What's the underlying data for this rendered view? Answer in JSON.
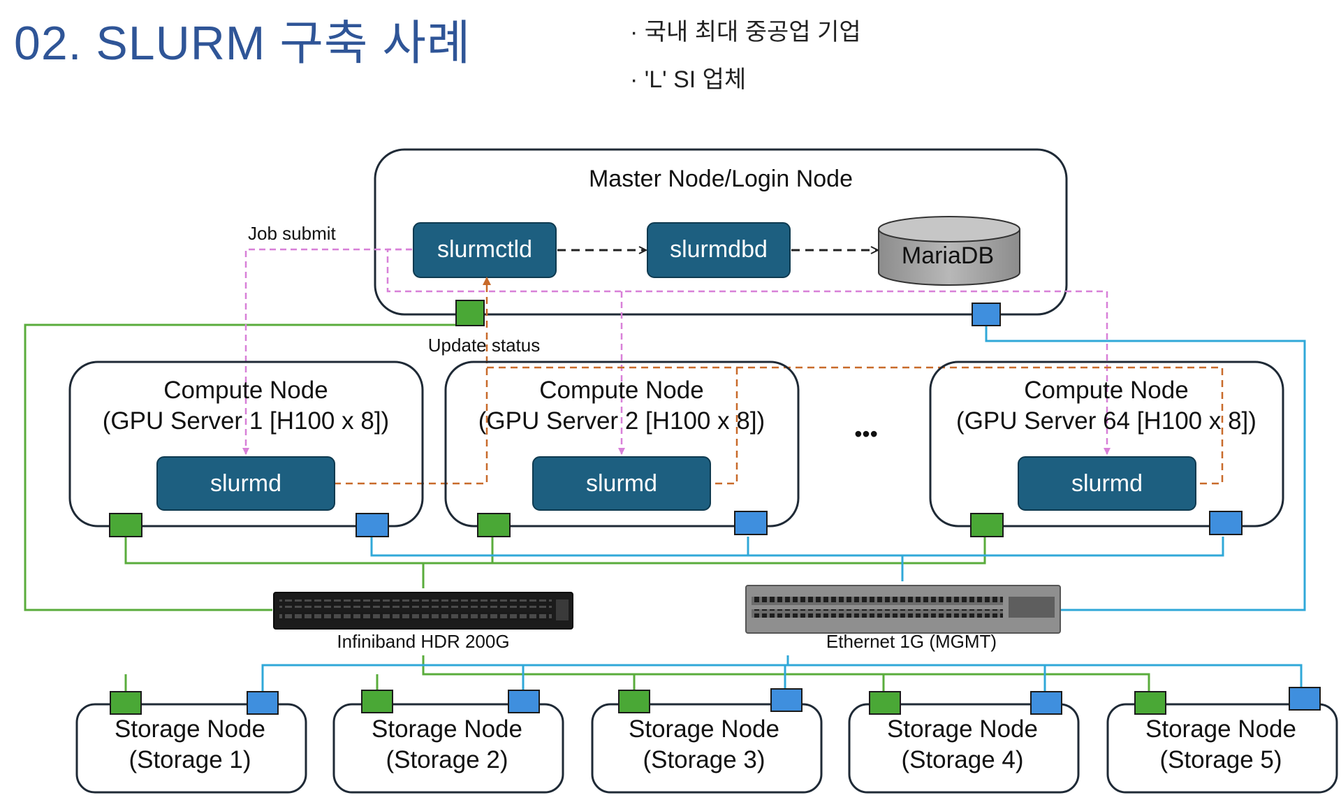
{
  "header": {
    "title": "02. SLURM 구축 사례",
    "bullets": [
      "· 국내 최대 중공업 기업",
      "· 'L' SI 업체"
    ]
  },
  "diagram": {
    "master": {
      "title": "Master Node/Login Node",
      "slurmctld": "slurmctld",
      "slurmdbd": "slurmdbd",
      "db": "MariaDB"
    },
    "labels": {
      "job_submit": "Job submit",
      "update_status": "Update status",
      "ellipsis": "•••"
    },
    "compute_nodes": [
      {
        "title": "Compute Node",
        "subtitle": "(GPU Server 1 [H100 x 8])",
        "daemon": "slurmd"
      },
      {
        "title": "Compute Node",
        "subtitle": "(GPU Server 2 [H100 x 8])",
        "daemon": "slurmd"
      },
      {
        "title": "Compute Node",
        "subtitle": "(GPU Server 64 [H100 x 8])",
        "daemon": "slurmd"
      }
    ],
    "switches": {
      "infiniband": "Infiniband HDR 200G",
      "ethernet": "Ethernet 1G (MGMT)"
    },
    "storage_nodes": [
      {
        "title": "Storage Node",
        "subtitle": "(Storage 1)"
      },
      {
        "title": "Storage Node",
        "subtitle": "(Storage 2)"
      },
      {
        "title": "Storage Node",
        "subtitle": "(Storage 3)"
      },
      {
        "title": "Storage Node",
        "subtitle": "(Storage 4)"
      },
      {
        "title": "Storage Node",
        "subtitle": "(Storage 5)"
      }
    ]
  },
  "colors": {
    "title": "#2f5597",
    "daemon_fill": "#1d5f80",
    "infiniband_line": "#5aac3c",
    "infiniband_port": "#4aa836",
    "ethernet_line": "#30a8d8",
    "ethernet_port": "#3f8fde",
    "job_submit_arrow": "#d880d8",
    "update_status_arrow": "#c86a2a"
  }
}
